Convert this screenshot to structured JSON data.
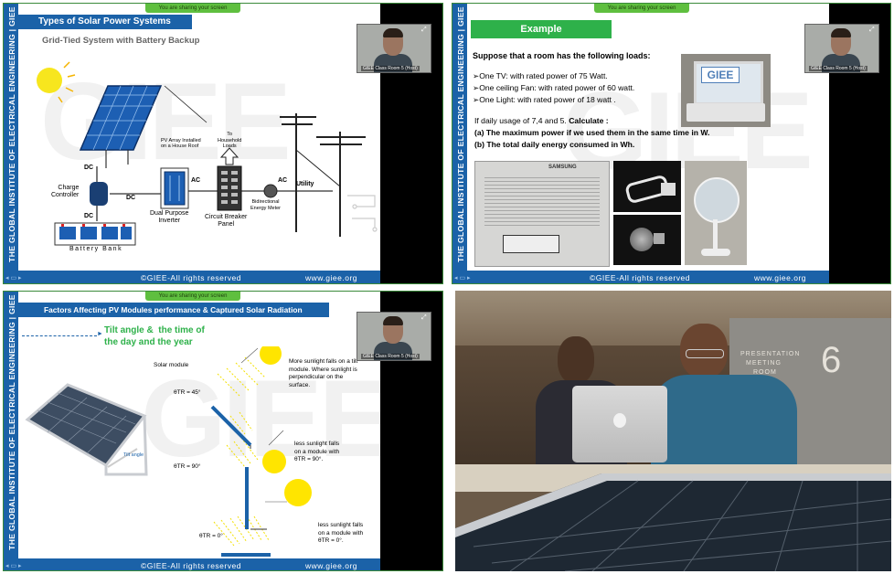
{
  "share_banner": "You are sharing your screen",
  "thumbnail_label": "GIEE Class Room 5 (Host)",
  "side_text": "THE GLOBAL INSTITUTE OF ELECTRICAL ENGINEERING | GIEE",
  "footer": {
    "copyright": "©GIEE-All rights reserved",
    "website": "www.giee.org"
  },
  "slide1": {
    "title": "Types of Solar Power Systems",
    "subtitle": "Grid-Tied System with Battery Backup",
    "labels": {
      "pv_array": "PV Array Installed\non a House Roof",
      "dc1": "DC",
      "charge_controller": "Charge\nController",
      "dc2": "DC",
      "dc3": "DC",
      "battery_bank": "Battery Bank",
      "inverter": "Dual Purpose\nInverter",
      "ac1": "AC",
      "to_loads": "To\nHousehold\nLoads",
      "breaker": "Circuit Breaker\nPanel",
      "meter": "Bidirectional\nEnergy Meter",
      "ac2": "AC",
      "utility": "Utility"
    }
  },
  "slide2": {
    "title": "Example",
    "intro": "Suppose that a room has the following loads:",
    "loads": [
      "➢One TV: with rated power of 75 Watt.",
      "➢One ceiling Fan: with rated power of  60 watt.",
      "➢One Light: with rated power of  18 watt ."
    ],
    "usage_prefix": "If  daily usage of 7,4 and 5. ",
    "usage_bold": "Calculate :",
    "question_a": "(a) The maximum power if we used them in the same time in W.",
    "question_b": "(b) The total daily energy consumed in Wh.",
    "laptop_label": "GIEE",
    "tv_brand": "SAMSUNG"
  },
  "slide3": {
    "title": "Factors Affecting PV Modules performance & Captured Solar Radiation",
    "tilt_heading": "Tilt angle &  the time of\nthe day and the year",
    "solar_module": "Solar module",
    "tilt_angle": "Tilt angle",
    "angle45": "θTR = 45°",
    "angle90": "θTR = 90°",
    "angle0": "θTR = 0°",
    "note1": "More sunlight falls on a tilt\nmodule. Where sunlight is\nperpendicular on the\nsurface.",
    "note2": "less sunlight falls\non a module with\nθTR = 90°.",
    "note3": "less sunlight falls\non a module with\nθTR = 0°."
  },
  "camera": {
    "sign_line1": "PRESENTATION",
    "sign_line2": "MEETING",
    "sign_line3": "ROOM"
  },
  "colors": {
    "brand_blue": "#1b62a8",
    "green": "#2eb14a",
    "share_green": "#5fbf3f"
  }
}
